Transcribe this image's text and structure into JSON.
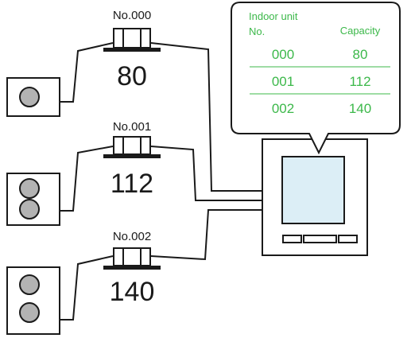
{
  "units": [
    {
      "number": "No.000",
      "capacity": "80"
    },
    {
      "number": "No.001",
      "capacity": "112"
    },
    {
      "number": "No.002",
      "capacity": "140"
    }
  ],
  "callout": {
    "header_unit": "Indoor unit\nNo.",
    "header_unit_line1": "Indoor unit",
    "header_unit_line2": "No.",
    "header_capacity": "Capacity",
    "rows": [
      {
        "no": "000",
        "capacity": "80"
      },
      {
        "no": "001",
        "capacity": "112"
      },
      {
        "no": "002",
        "capacity": "140"
      }
    ]
  },
  "colors": {
    "callout_text": "#3cb84a",
    "line": "#1a1a1a",
    "screen": "#dceef6",
    "lamp": "#b3b3b3"
  }
}
